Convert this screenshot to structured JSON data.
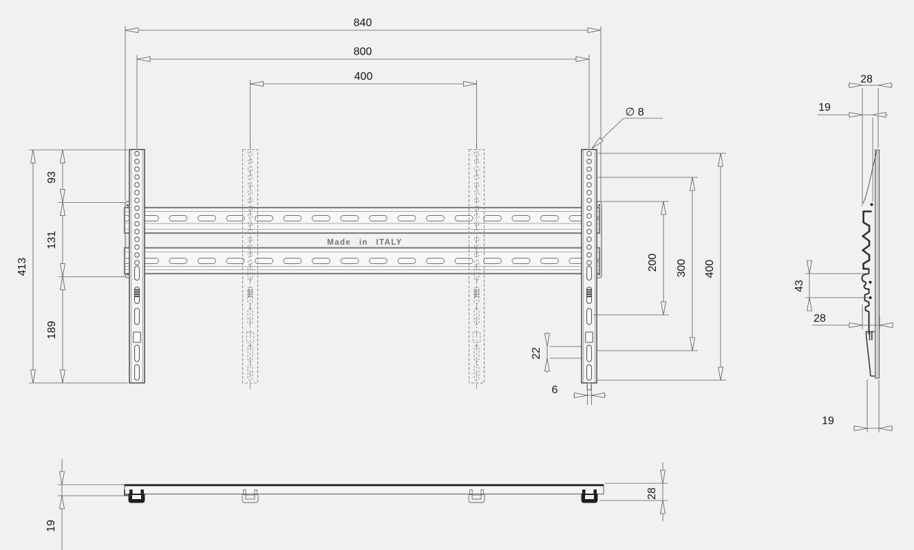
{
  "drawing": {
    "watermark": "Made in ITALY",
    "front": {
      "dim_total_width": "840",
      "dim_rail_span_width": "800",
      "dim_vesa_width": "400",
      "dim_top_offset": "93",
      "dim_plate_height": "131",
      "dim_bottom_offset": "189",
      "dim_total_height": "413",
      "dim_vesa_200": "200",
      "dim_vesa_300": "300",
      "dim_vesa_400": "400",
      "dim_slot_gap": "22",
      "dim_tab_width": "6",
      "dim_hole_diameter": "∅ 8"
    },
    "side": {
      "dim_depth_total": "28",
      "dim_depth_rail": "19",
      "dim_hook_height": "43",
      "dim_depth_mid": "28",
      "dim_depth_bottom": "19"
    },
    "bottom": {
      "dim_bar_depth": "19",
      "dim_total_depth": "28"
    }
  }
}
